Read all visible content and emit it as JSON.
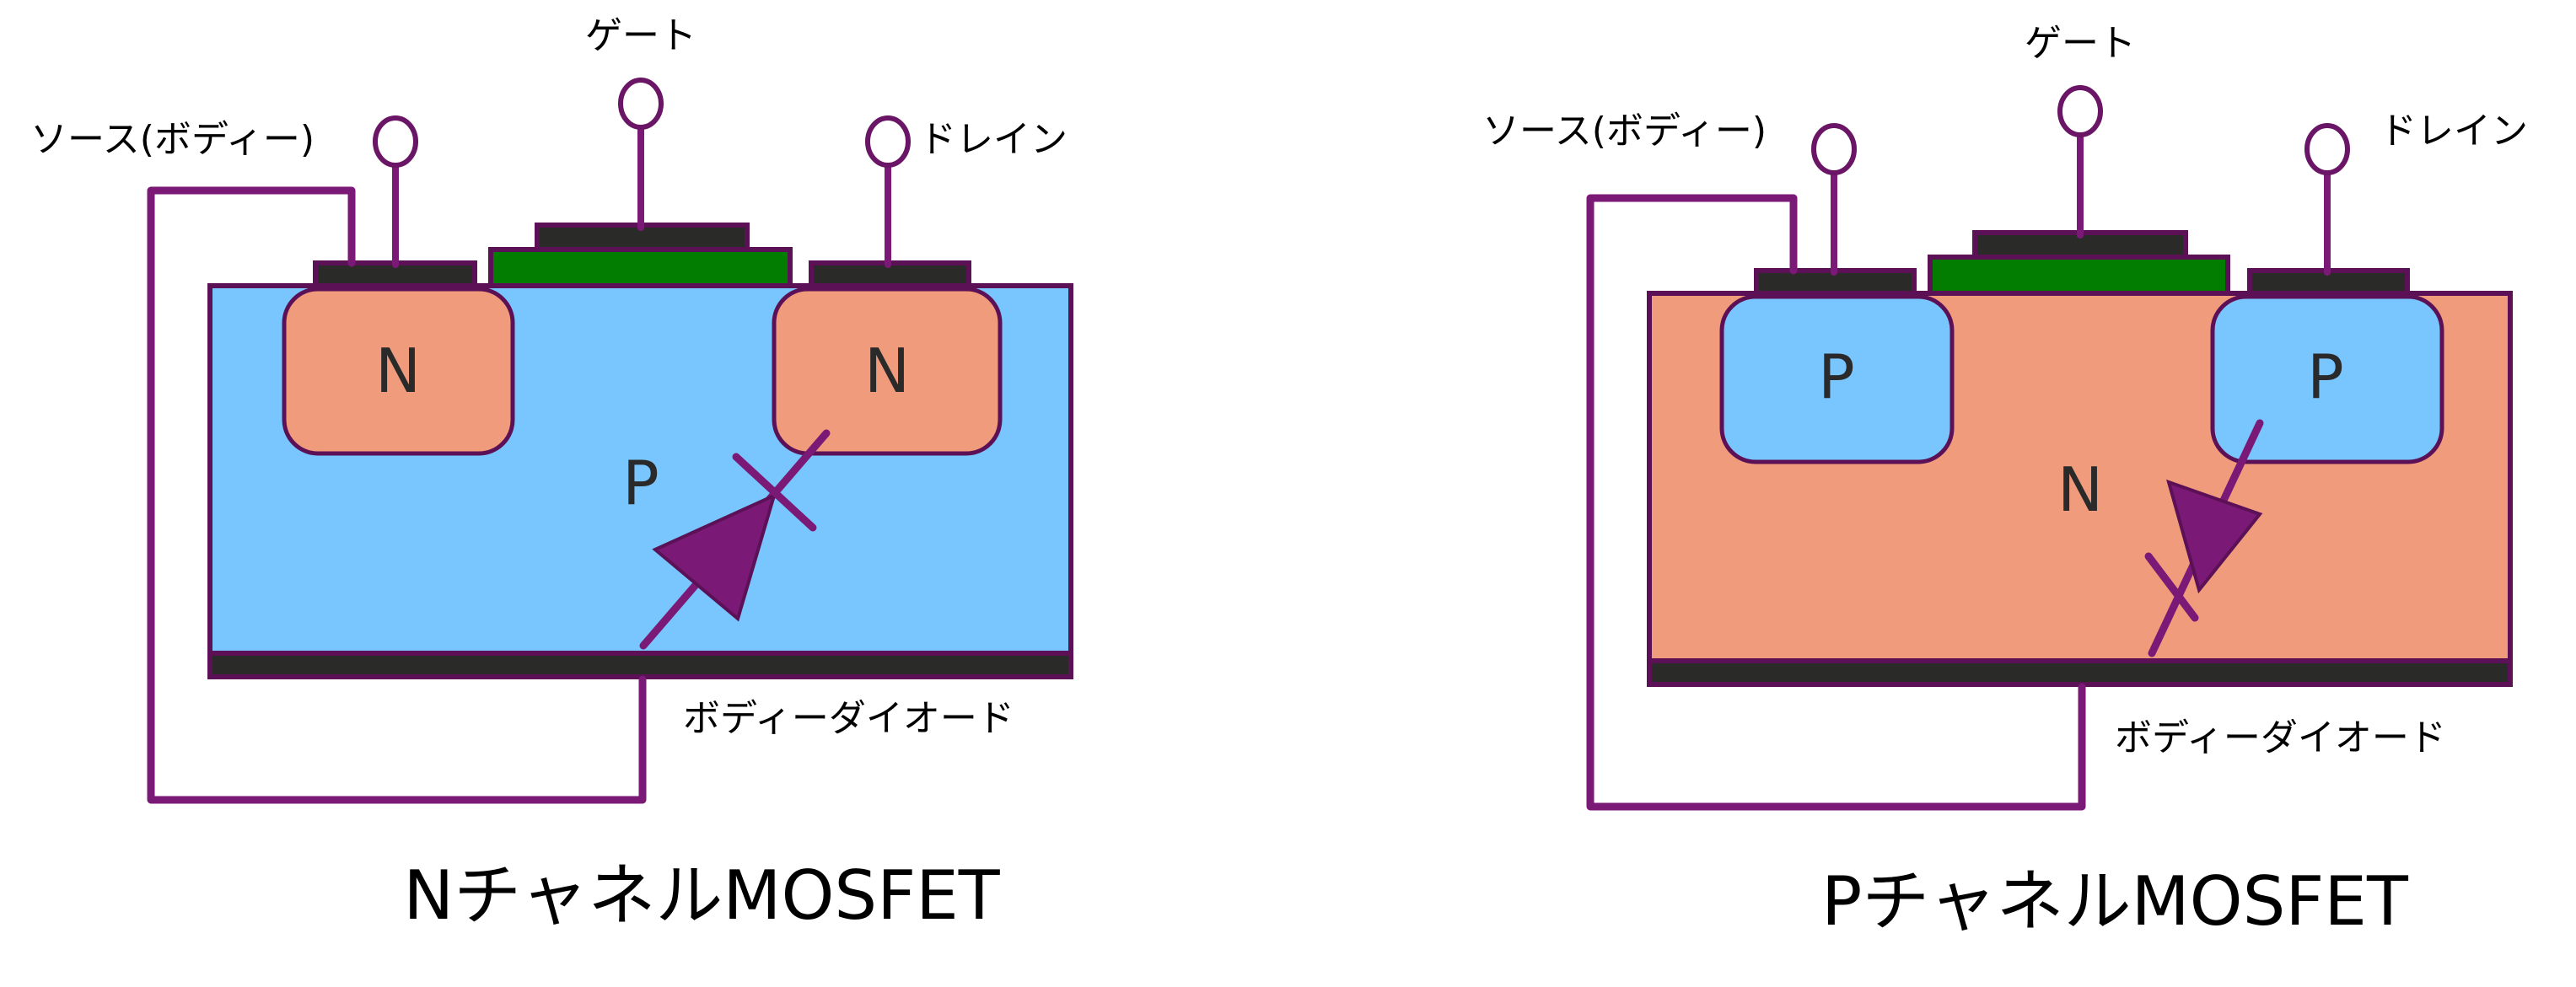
{
  "colors": {
    "p_region": "#79c5fd",
    "n_region": "#f19b7d",
    "oxide": "#027d02",
    "metal": "#2a2b29",
    "wire": "#7b1977",
    "outline": "#5c1157"
  },
  "diagrams": [
    {
      "title": "NチャネルMOSFET",
      "terminal_labels": {
        "source": "ソース(ボディー)",
        "gate": "ゲート",
        "drain": "ドレイン"
      },
      "body_label": "P",
      "well_labels": [
        "N",
        "N"
      ],
      "diode_label": "ボディーダイオード"
    },
    {
      "title": "PチャネルMOSFET",
      "terminal_labels": {
        "source": "ソース(ボディー)",
        "gate": "ゲート",
        "drain": "ドレイン"
      },
      "body_label": "N",
      "well_labels": [
        "P",
        "P"
      ],
      "diode_label": "ボディーダイオード"
    }
  ]
}
